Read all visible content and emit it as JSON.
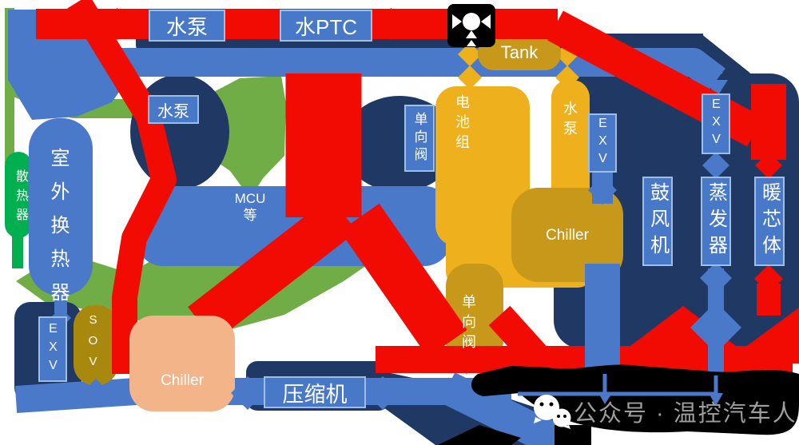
{
  "colors": {
    "red": "#f20b02",
    "blue": "#4a79c9",
    "navy": "#1f3864",
    "olive": "#70ad47",
    "green": "#00b050",
    "gold": "#eeb01d",
    "goldmid": "#c8981b",
    "golddark": "#a8890e",
    "peach": "#f4b489",
    "box": "#4878c8",
    "boxborder": "#9fbee6",
    "wmgray": "#9e9e9e"
  },
  "nodes": {
    "pump_top": {
      "label": "水泵"
    },
    "water_ptc": {
      "label": "水PTC"
    },
    "pump_small": {
      "label": "水泵"
    },
    "radiator": {
      "label": "散热器"
    },
    "outdoor_hx": {
      "label": "室外换热器"
    },
    "mcu": {
      "line1": "MCU",
      "line2": "等"
    },
    "tank": {
      "label": "Tank"
    },
    "check_valve_left": {
      "label": "单向阀"
    },
    "battery": {
      "label": "电池组"
    },
    "pump_battery": {
      "label": "水泵"
    },
    "chiller_battery": {
      "label": "Chiller"
    },
    "check_valve_battery": {
      "label": "单向阀"
    },
    "exv_mid": {
      "label": "EXV"
    },
    "exv_right": {
      "label": "EXV"
    },
    "blower": {
      "label": "鼓风机"
    },
    "evaporator": {
      "label": "蒸发器"
    },
    "heater_core": {
      "label": "暖芯体"
    },
    "exv_bottom_left": {
      "label": "EXV"
    },
    "sov": {
      "label": "SOV"
    },
    "chiller_refrigerant": {
      "label": "Chiller"
    },
    "compressor": {
      "label": "压缩机"
    }
  },
  "icons": {
    "four_way_valve": "four-way-valve-icon",
    "wechat": "wechat-icon"
  },
  "watermark": {
    "text": "公众号 · 温控汽车人"
  }
}
